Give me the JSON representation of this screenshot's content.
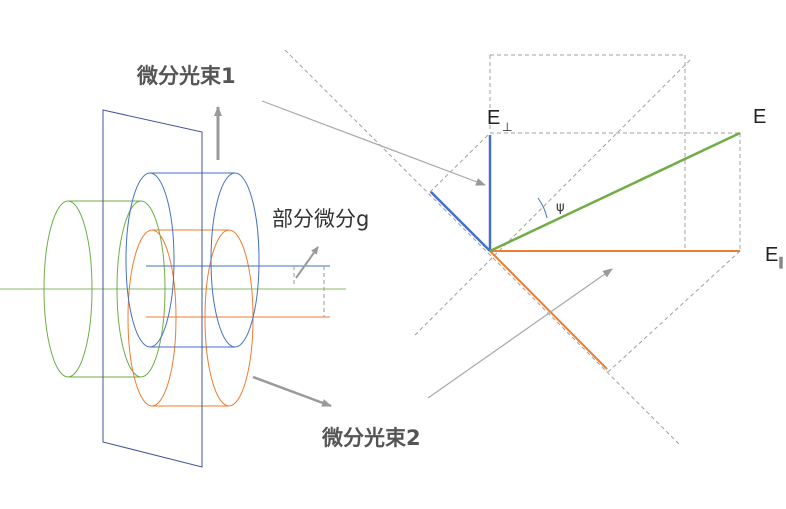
{
  "labels": {
    "beam1": "微分光束1",
    "beam2": "微分光束2",
    "partial": "部分微分g",
    "e_main": "E",
    "e_perp": "E",
    "e_perp_sub": "⊥",
    "e_par": "E",
    "e_par_sub": "∥",
    "psi": "ψ"
  },
  "colors": {
    "green": "#70AD47",
    "blue": "#4472C4",
    "orange": "#ED7D31",
    "gray": "#A6A6A6",
    "navy": "#44549C"
  }
}
